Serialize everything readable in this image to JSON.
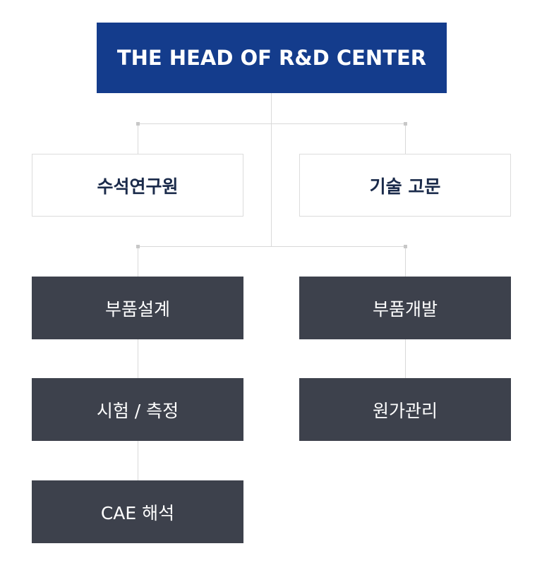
{
  "head": {
    "label": "THE HEAD OF R&D CENTER"
  },
  "advisors": [
    {
      "label": "수석연구원"
    },
    {
      "label": "기술 고문"
    }
  ],
  "left_column": [
    {
      "label": "부품설계"
    },
    {
      "label": "시험 / 측정"
    },
    {
      "label": "CAE 해석"
    }
  ],
  "right_column": [
    {
      "label": "부품개발"
    },
    {
      "label": "원가관리"
    }
  ],
  "colors": {
    "head": "#143c8c",
    "dark_box": "#3d414c",
    "advisor_text": "#1a2a4a",
    "line": "#d9d9d9"
  }
}
